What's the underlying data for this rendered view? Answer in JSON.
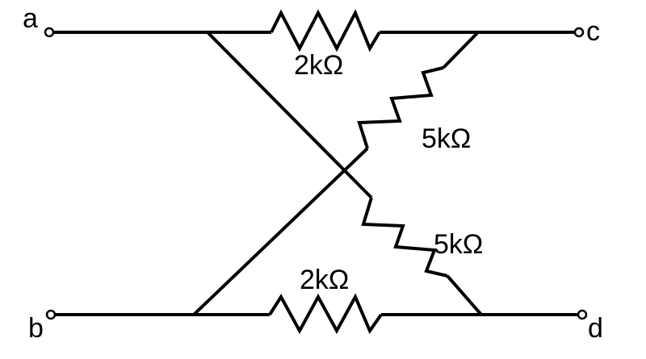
{
  "terminals": {
    "a": "a",
    "b": "b",
    "c": "c",
    "d": "d"
  },
  "resistors": {
    "top": "2kΩ",
    "bottom": "2kΩ",
    "upper_diagonal": "5kΩ",
    "lower_diagonal": "5kΩ"
  }
}
